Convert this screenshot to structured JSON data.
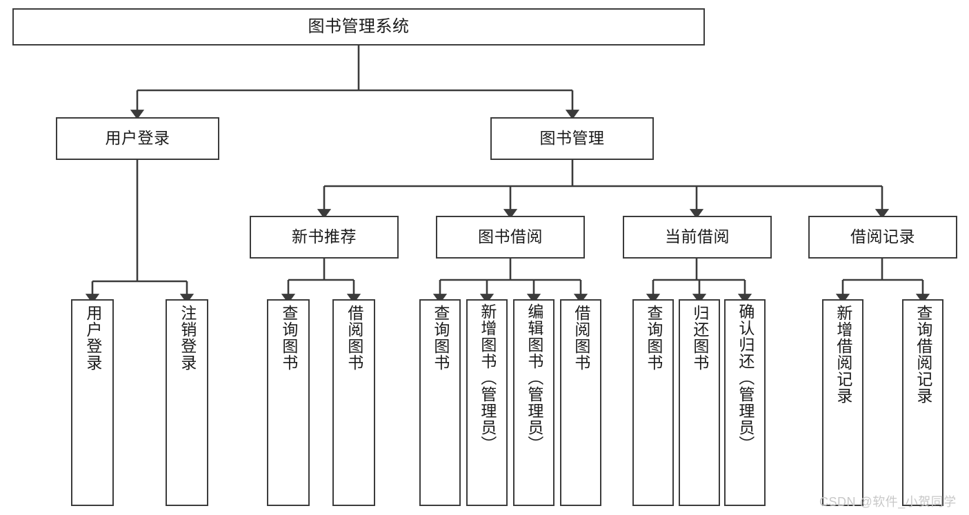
{
  "diagram": {
    "type": "hierarchy-tree",
    "title": "图书管理系统",
    "stroke_color": "#3b3b3b",
    "background_color": "#ffffff",
    "text_color": "#1a1a1a",
    "nodes": {
      "root": {
        "label": "图书管理系统"
      },
      "level2": [
        {
          "label": "用户登录"
        },
        {
          "label": "图书管理"
        }
      ],
      "level3": [
        {
          "label": "新书推荐"
        },
        {
          "label": "图书借阅"
        },
        {
          "label": "当前借阅"
        },
        {
          "label": "借阅记录"
        }
      ],
      "leaves": {
        "user_login": [
          {
            "label": "用户登录"
          },
          {
            "label": "注销登录"
          }
        ],
        "new_book_recommend": [
          {
            "label": "查询图书"
          },
          {
            "label": "借阅图书"
          }
        ],
        "book_borrow": [
          {
            "label": "查询图书"
          },
          {
            "label": "新增图书（管理员）"
          },
          {
            "label": "编辑图书（管理员）"
          },
          {
            "label": "借阅图书"
          }
        ],
        "current_borrow": [
          {
            "label": "查询图书"
          },
          {
            "label": "归还图书"
          },
          {
            "label": "确认归还（管理员）"
          }
        ],
        "borrow_record": [
          {
            "label": "新增借阅记录"
          },
          {
            "label": "查询借阅记录"
          }
        ]
      }
    }
  },
  "watermark": {
    "text": "CSDN @软件_小贺同学",
    "color": "#c8c8c8"
  }
}
